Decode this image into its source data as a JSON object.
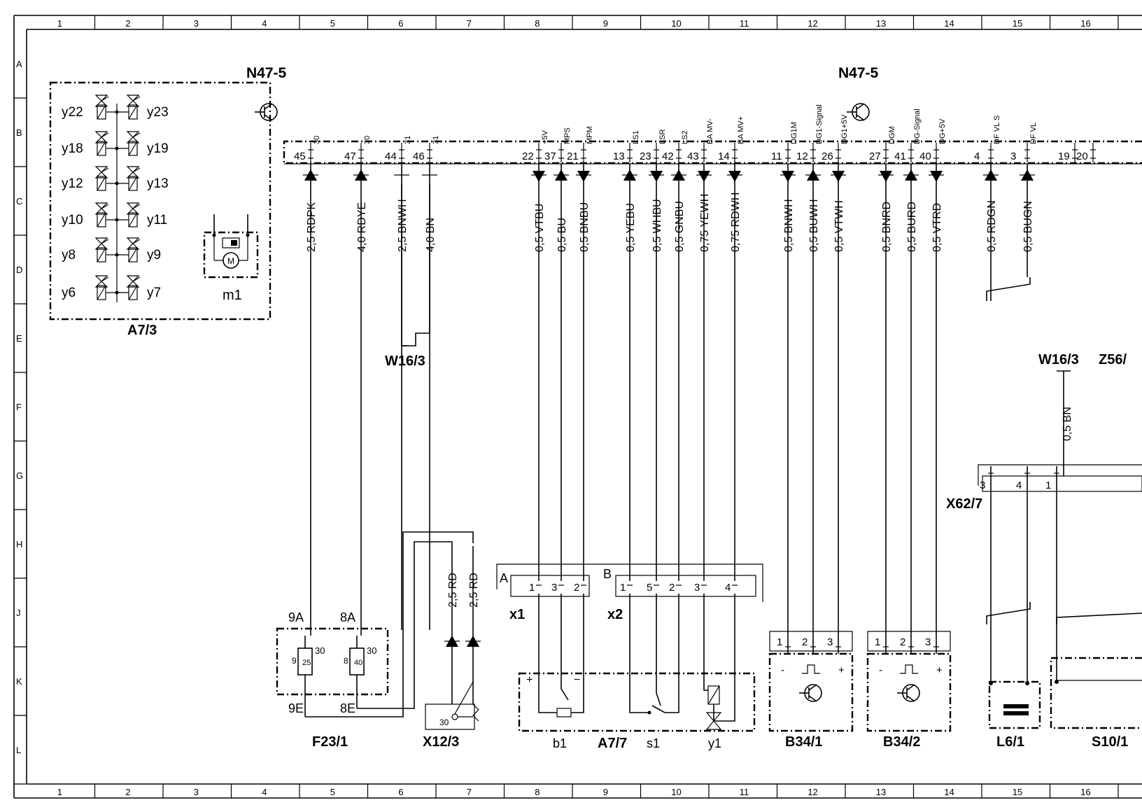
{
  "grid": {
    "columns": [
      "1",
      "2",
      "3",
      "4",
      "5",
      "6",
      "7",
      "8",
      "9",
      "10",
      "11",
      "12",
      "13",
      "14",
      "15",
      "16"
    ],
    "rows": [
      "A",
      "B",
      "C",
      "D",
      "E",
      "F",
      "G",
      "H",
      "J",
      "K",
      "L"
    ]
  },
  "components": {
    "control_unit_left": "N47-5",
    "control_unit_right": "N47-5",
    "valve_block": "A7/3",
    "pump_motor": "m1",
    "ground_left": "W16/3",
    "ground_right": "W16/3",
    "z_partial": "Z56/",
    "fuse_block": "F23/1",
    "connector_x12": "X12/3",
    "connector_x62": "X62/7",
    "unit_a77": "A7/7",
    "b1": "b1",
    "s1": "s1",
    "y1": "y1",
    "sensor_b34_1": "B34/1",
    "sensor_b34_2": "B34/2",
    "coil_l6": "L6/1",
    "switch_s10": "S10/1",
    "plug_x1": "x1",
    "plug_x2": "x2",
    "plug_a": "A",
    "plug_b": "B"
  },
  "valves_left": [
    "y22",
    "y18",
    "y12",
    "y10",
    "y8",
    "y6"
  ],
  "valves_right": [
    "y23",
    "y19",
    "y13",
    "y11",
    "y9",
    "y7"
  ],
  "pins": [
    {
      "pin": "45",
      "signal": "30",
      "wire": "2,5 RDPK"
    },
    {
      "pin": "47",
      "signal": "30",
      "wire": "4,0 RDYE"
    },
    {
      "pin": "44",
      "signal": "31",
      "wire": "2,5 BNWH"
    },
    {
      "pin": "46",
      "signal": "31",
      "wire": "4,0 BN"
    },
    {
      "pin": "22",
      "signal": "+5V",
      "wire": "0,5 VTBU"
    },
    {
      "pin": "37",
      "signal": "MPS",
      "wire": "0,5 BU"
    },
    {
      "pin": "21",
      "signal": "MPM",
      "wire": "0,5 BNBU"
    },
    {
      "pin": "13",
      "signal": "LS1",
      "wire": "0,5 YEBU"
    },
    {
      "pin": "23",
      "signal": "LSR",
      "wire": "0,5 WHBU"
    },
    {
      "pin": "42",
      "signal": "LS2",
      "wire": "0,5 GNBU"
    },
    {
      "pin": "43",
      "signal": "BA MV-",
      "wire": "0,75 YEWH"
    },
    {
      "pin": "14",
      "signal": "BA MV+",
      "wire": "0,75 RDWH"
    },
    {
      "pin": "11",
      "signal": "DG1M",
      "wire": "0,5 BNWH"
    },
    {
      "pin": "12",
      "signal": "DG1-Signal",
      "wire": "0,5 BUWH"
    },
    {
      "pin": "26",
      "signal": "DG1+5V",
      "wire": "0,5 VTWH"
    },
    {
      "pin": "27",
      "signal": "DGM",
      "wire": "0,5 BNRD"
    },
    {
      "pin": "41",
      "signal": "DG-Signal",
      "wire": "0,5 BURD"
    },
    {
      "pin": "40",
      "signal": "DG+5V",
      "wire": "0,5 VTRD"
    },
    {
      "pin": "4",
      "signal": "DF VL S",
      "wire": "0,5 RDGN"
    },
    {
      "pin": "3",
      "signal": "DF VL",
      "wire": "0,5 BUGN"
    },
    {
      "pin": "19",
      "signal": "",
      "wire": ""
    },
    {
      "pin": "20",
      "signal": "",
      "wire": ""
    }
  ],
  "fuses": {
    "f9": {
      "top": "9A",
      "bottom": "9E",
      "num": "9",
      "amps": "25",
      "term": "30"
    },
    "f8": {
      "top": "8A",
      "bottom": "8E",
      "num": "8",
      "amps": "40",
      "term": "30"
    }
  },
  "x12_wires": [
    "2,5 RD",
    "2,5 RD"
  ],
  "x12_terminal": "30",
  "w16_wire": "0,5 BN",
  "x1_pins": [
    "1",
    "3",
    "2"
  ],
  "x2_pins": [
    "1",
    "5",
    "2",
    "3",
    "4"
  ],
  "b34_pins": [
    "1",
    "2",
    "3"
  ],
  "b34_marks": {
    "minus": "-",
    "plus": "+"
  },
  "b1_marks": {
    "plus": "+",
    "minus": "−"
  },
  "x62_pins": [
    "3",
    "4",
    "1"
  ]
}
